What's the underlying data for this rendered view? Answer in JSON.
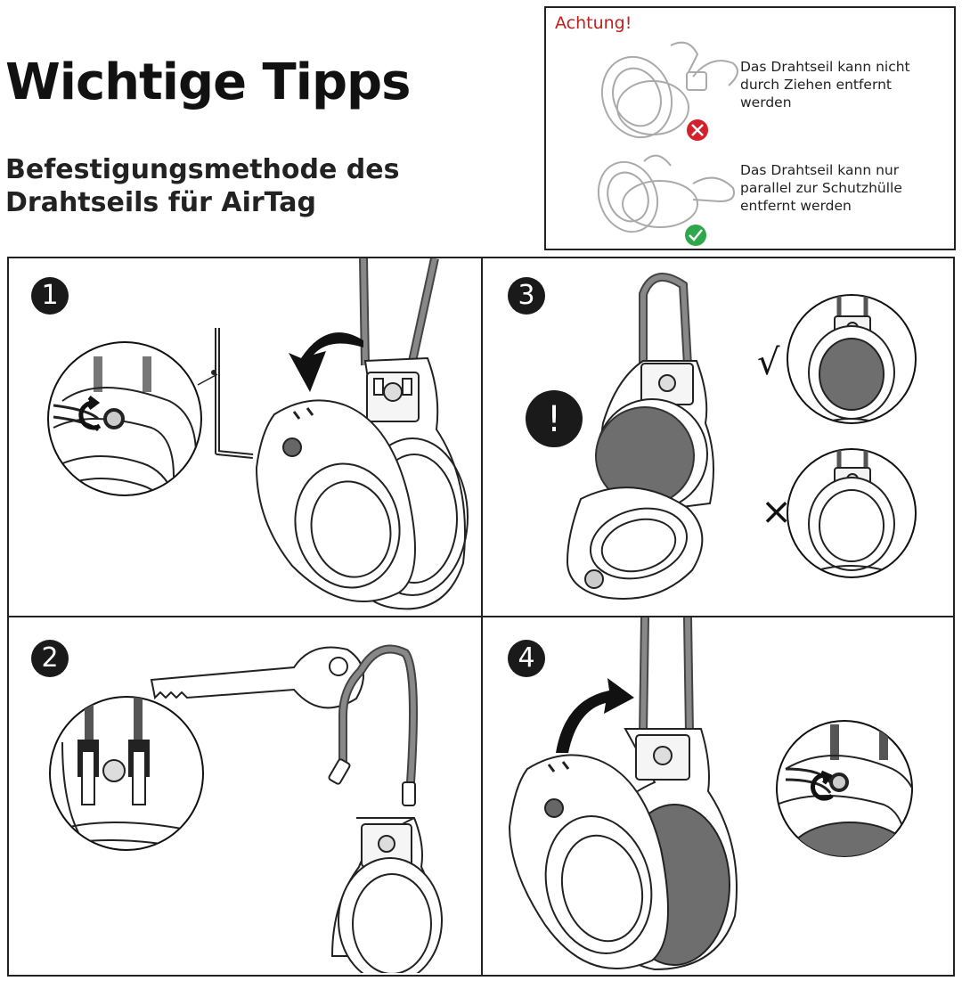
{
  "header": {
    "title": "Wichtige Tipps",
    "subtitle_line1": "Befestigungsmethode des",
    "subtitle_line2": "Drahtseils für AirTag"
  },
  "warning": {
    "title": "Achtung!",
    "items": [
      {
        "status": "wrong",
        "lines": [
          "Das Drahtseil kann nicht",
          "durch Ziehen entfernt",
          "werden"
        ]
      },
      {
        "status": "correct",
        "lines": [
          "Das Drahtseil kann nur",
          "parallel zur Schutzhülle",
          "entfernt werden"
        ]
      }
    ]
  },
  "steps": [
    {
      "number": "1"
    },
    {
      "number": "2"
    },
    {
      "number": "3",
      "correct_mark": "√",
      "wrong_mark": "×",
      "alert": "!"
    },
    {
      "number": "4"
    }
  ],
  "colors": {
    "warning_title": "#c0201e",
    "wrong_badge": "#d4202a",
    "correct_badge": "#2ea84a",
    "ink": "#1a1a1a",
    "airtag_fill": "#6e6e6e",
    "cable": "#555555"
  },
  "icons": {
    "wrong": "cross-circle-icon",
    "correct": "check-circle-icon",
    "rotate": "rotate-arrow-icon"
  }
}
